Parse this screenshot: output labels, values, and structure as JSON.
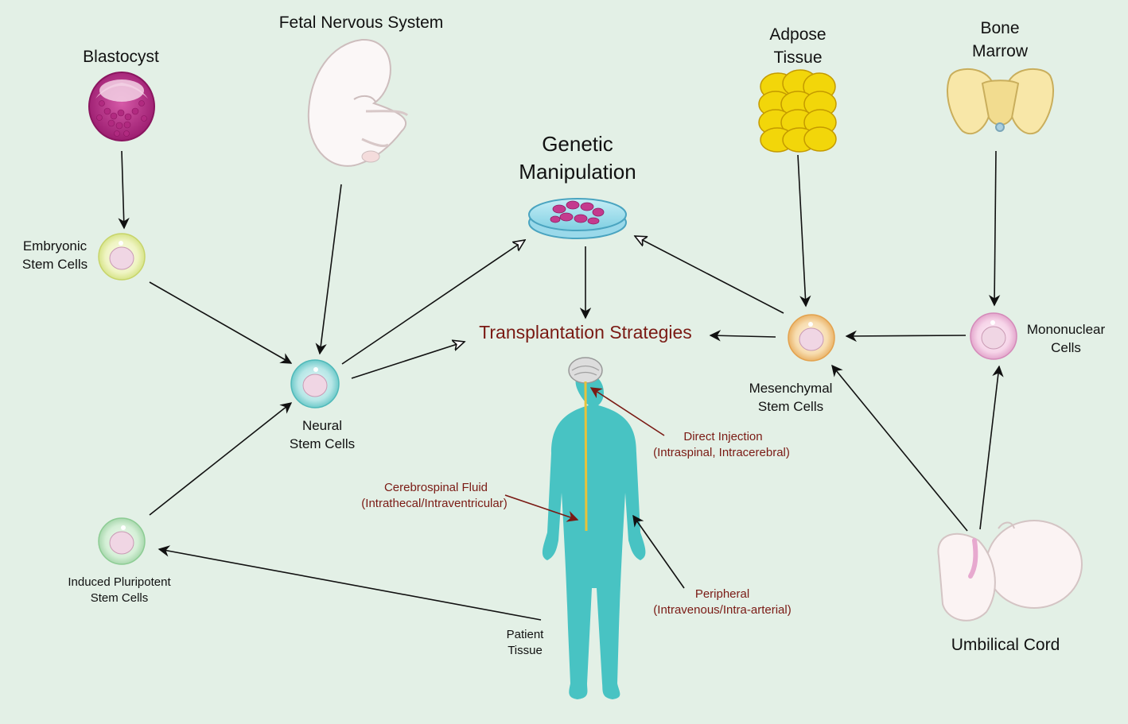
{
  "colors": {
    "background": "#e3f0e6",
    "arrow": "#111111",
    "delivery_arrow": "#7a1a14",
    "body": "#48c3c3",
    "spine": "#e8c23a",
    "fat": "#f2d60a",
    "blastocyst": "#c0338e"
  },
  "sources": {
    "blastocyst": "Blastocyst",
    "fetal": "Fetal Nervous System",
    "adipose_1": "Adpose",
    "adipose_2": "Tissue",
    "bone_1": "Bone",
    "bone_2": "Marrow",
    "umbilical": "Umbilical Cord",
    "patient_1": "Patient",
    "patient_2": "Tissue"
  },
  "cells": {
    "esc_1": "Embryonic",
    "esc_2": "Stem Cells",
    "nsc_1": "Neural",
    "nsc_2": "Stem Cells",
    "ipsc_1": "Induced Pluripotent",
    "ipsc_2": "Stem Cells",
    "msc_1": "Mesenchymal",
    "msc_2": "Stem Cells",
    "mono_1": "Mononuclear",
    "mono_2": "Cells"
  },
  "center": {
    "genetic_1": "Genetic",
    "genetic_2": "Manipulation",
    "transplant": "Transplantation Strategies"
  },
  "delivery": {
    "direct_1": "Direct Injection",
    "direct_2": "(Intraspinal, Intracerebral)",
    "csf_1": "Cerebrospinal Fluid",
    "csf_2": "(Intrathecal/Intraventricular)",
    "peri_1": "Peripheral",
    "peri_2": "(Intravenous/Intra-arterial)"
  }
}
